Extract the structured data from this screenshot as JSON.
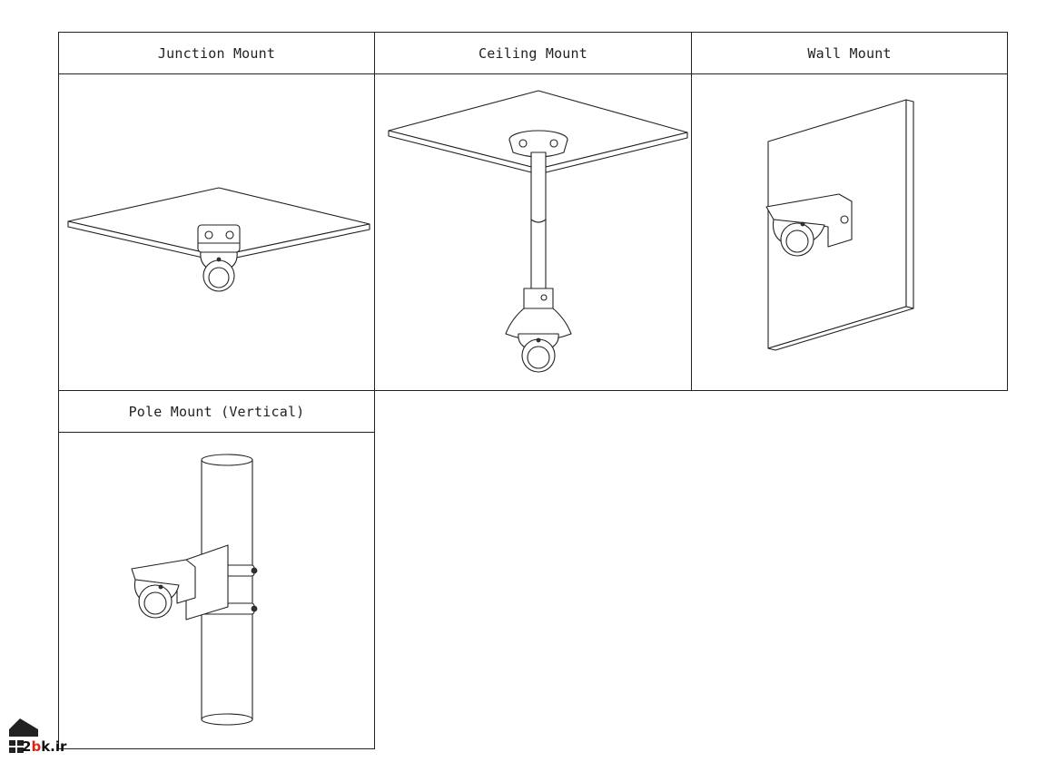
{
  "mounts": [
    {
      "label": "Junction Mount"
    },
    {
      "label": "Ceiling Mount"
    },
    {
      "label": "Wall Mount"
    },
    {
      "label": "Pole Mount (Vertical)"
    }
  ],
  "watermark": {
    "prefix": "2",
    "accent": "b",
    "suffix": "k.ir"
  }
}
